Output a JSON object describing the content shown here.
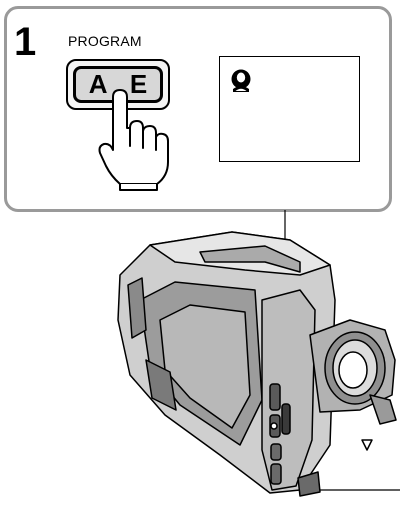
{
  "step": {
    "number": "1"
  },
  "button": {
    "name": "PROGRAM",
    "face": "A E"
  },
  "display": {
    "icon": "portrait-mode-icon"
  },
  "illustration": {
    "subject": "camcorder-icon",
    "pointer": "pointing-hand-icon"
  }
}
